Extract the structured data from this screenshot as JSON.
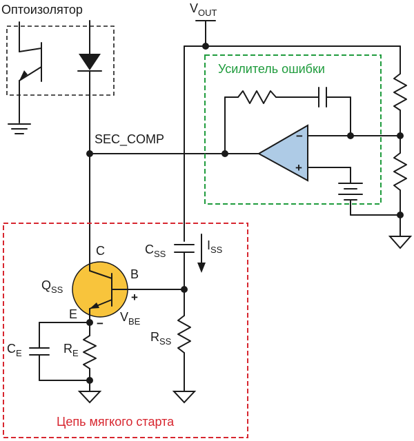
{
  "labels": {
    "optoisolator": "Оптоизолятор",
    "vout_main": "V",
    "vout_sub": "OUT",
    "sec_comp": "SEC_COMP",
    "error_amp": "Усилитель ошибки",
    "soft_start": "Цепь мягкого старта",
    "css_main": "C",
    "css_sub": "SS",
    "iss_main": "I",
    "iss_sub": "SS",
    "qss_main": "Q",
    "qss_sub": "SS",
    "pin_c": "C",
    "pin_b": "B",
    "pin_e": "E",
    "plus": "+",
    "minus": "−",
    "vbe_main": "V",
    "vbe_sub": "BE",
    "rss_main": "R",
    "rss_sub": "SS",
    "ce_main": "C",
    "ce_sub": "E",
    "re_main": "R",
    "re_sub": "E"
  },
  "colors": {
    "wire": "#1a1a1a",
    "opamp_fill": "#aecbe6",
    "transistor_fill": "#f8c43c",
    "error_amp_box": "#1e9b3c",
    "soft_start_box": "#d7262f",
    "opto_box": "#1a1a1a"
  }
}
